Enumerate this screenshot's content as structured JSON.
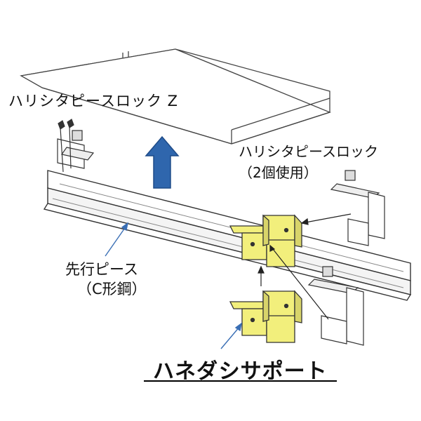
{
  "labels": {
    "top_left": "ハリシタピースロック Z",
    "right_line1": "ハリシタピースロック",
    "right_line2": "（2個使用）",
    "left_line1": "先行ピース",
    "left_line2": "（C形鋼）",
    "product_name": "ハネダシサポート"
  },
  "colors": {
    "arrow_blue": "#2f66ad",
    "support_yellow": "#f2ef7c",
    "annotation_blue": "#3a6fb5",
    "line": "#333333"
  }
}
